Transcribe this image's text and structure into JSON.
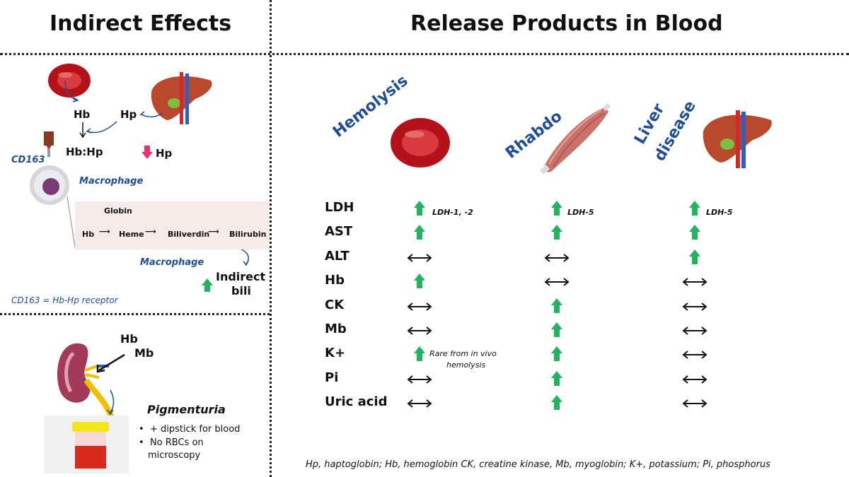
{
  "headers": {
    "left": "Indirect Effects",
    "right": "Release Products in Blood"
  },
  "indirect": {
    "hb": "Hb",
    "hp": "Hp",
    "complex": "Hb:Hp",
    "hp_down": "Hp",
    "cd163": "CD163",
    "macrophage_1": "Macrophage",
    "globin": "Globin",
    "path": [
      "Hb",
      "Heme",
      "Biliverdin",
      "Bilirubin"
    ],
    "macrophage_2": "Macrophage",
    "indirect_bili_1": "Indirect",
    "indirect_bili_2": "bili",
    "cd163_def": "CD163 = Hb-Hp receptor"
  },
  "pigmenturia": {
    "hb": "Hb",
    "mb": "Mb",
    "title": "Pigmenturia",
    "bullets": [
      "+ dipstick for blood",
      "No RBCs on",
      "microscopy"
    ]
  },
  "conditions": [
    "Hemolysis",
    "Rhabdo",
    "Liver",
    "disease"
  ],
  "table": {
    "rows": [
      {
        "label": "LDH",
        "hemolysis": "up",
        "rhabdo": "up",
        "liver": "up"
      },
      {
        "label": "AST",
        "hemolysis": "up",
        "rhabdo": "up",
        "liver": "up"
      },
      {
        "label": "ALT",
        "hemolysis": "none",
        "rhabdo": "none",
        "liver": "up"
      },
      {
        "label": "Hb",
        "hemolysis": "up",
        "rhabdo": "none",
        "liver": "none"
      },
      {
        "label": "CK",
        "hemolysis": "none",
        "rhabdo": "up",
        "liver": "none"
      },
      {
        "label": "Mb",
        "hemolysis": "none",
        "rhabdo": "up",
        "liver": "none"
      },
      {
        "label": "K+",
        "hemolysis": "up",
        "rhabdo": "up",
        "liver": "none"
      },
      {
        "label": "Pi",
        "hemolysis": "none",
        "rhabdo": "up",
        "liver": "none"
      },
      {
        "label": "Uric acid",
        "hemolysis": "none",
        "rhabdo": "up",
        "liver": "none"
      }
    ],
    "notes": {
      "ldh_hemolysis": "LDH-1, -2",
      "ldh_rhabdo": "LDH-5",
      "ldh_liver": "LDH-5",
      "k_hemolysis_1": "Rare from in vivo",
      "k_hemolysis_2": "hemolysis"
    }
  },
  "footnote": "Hp, haptoglobin; Hb, hemoglobin CK, creatine kinase, Mb, myoglobin; K+, potassium; Pi, phosphorus",
  "colors": {
    "up_arrow": "#22b35e",
    "down_arrow": "#e8336b",
    "blue_text": "#1f4e96"
  }
}
